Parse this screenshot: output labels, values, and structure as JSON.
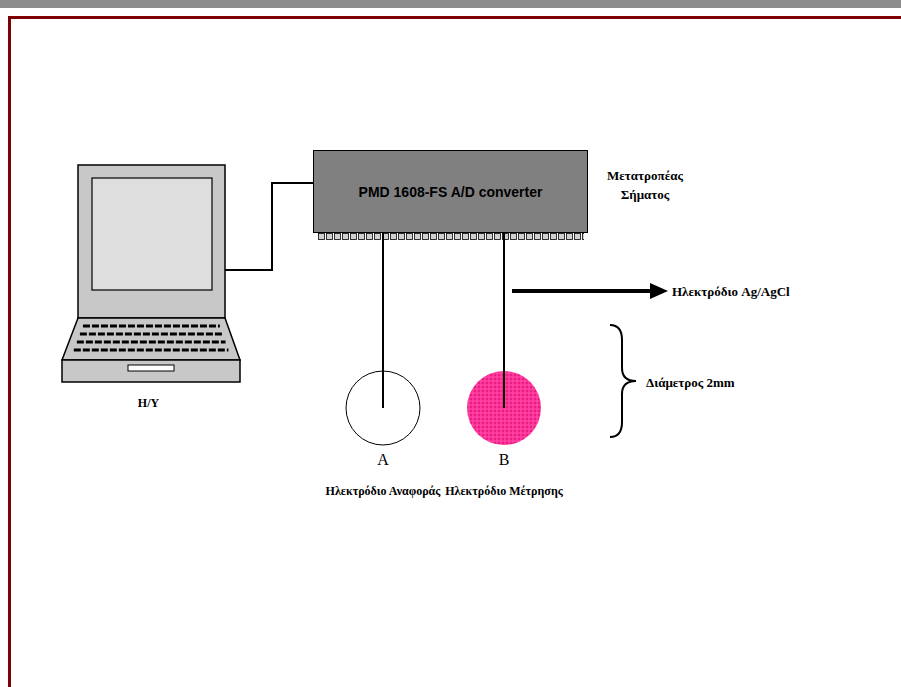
{
  "diagram": {
    "nodes": [
      {
        "text": [
          "PMD 1608-FS A/D converter"
        ]
      },
      {
        "text": [
          "H/Y"
        ]
      },
      {
        "text": [
          "A",
          "Ηλεκτρόδιο Αναφοράς"
        ]
      },
      {
        "text": [
          "B",
          "Ηλεκτρόδιο Μέτρησης"
        ]
      }
    ],
    "edges": [
      {
        "from": 1,
        "to": 0,
        "arrow": "none"
      },
      {
        "from": 0,
        "to": 2,
        "arrow": "none"
      },
      {
        "from": 0,
        "to": 3,
        "arrow": "none"
      }
    ],
    "labels": [
      "Μετατροπέας Σήματος",
      "Ηλεκτρόδιο Ag/AgCl",
      "Διάμετρος 2mm"
    ]
  }
}
